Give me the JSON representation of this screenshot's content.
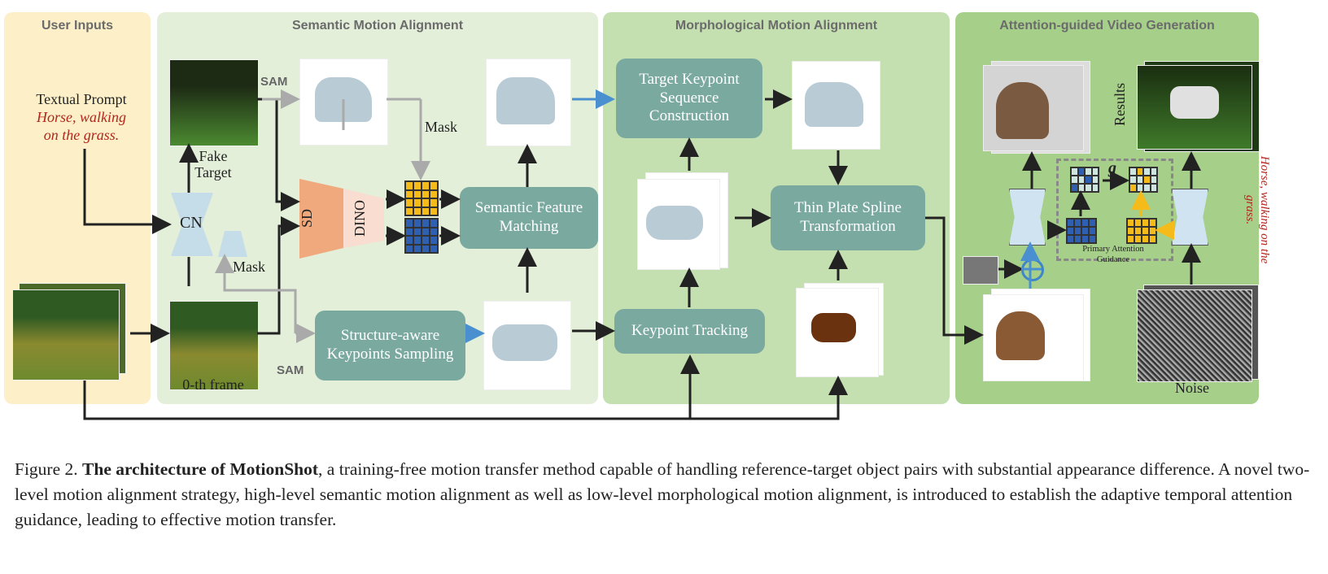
{
  "panels": {
    "user_inputs": "User Inputs",
    "semantic": "Semantic Motion Alignment",
    "morphological": "Morphological Motion Alignment",
    "attention": "Attention-guided Video Generation"
  },
  "user_inputs": {
    "textual_prompt_label": "Textual Prompt",
    "prompt_line1": "Horse, walking",
    "prompt_line2": "on the grass."
  },
  "semantic": {
    "sam_top": "SAM",
    "sam_bottom": "SAM",
    "mask_top": "Mask",
    "mask_left": "Mask",
    "fake_target_line1": "Fake",
    "fake_target_line2": "Target",
    "cn": "CN",
    "sd": "SD",
    "dino": "DINO",
    "frame0": "0-th frame",
    "sfm_line1": "Semantic Feature",
    "sfm_line2": "Matching",
    "sks_line1": "Structure-aware",
    "sks_line2": "Keypoints Sampling"
  },
  "morphological": {
    "tksc_line1": "Target Keypoint",
    "tksc_line2": "Sequence",
    "tksc_line3": "Construction",
    "tps_line1": "Thin Plate Spline",
    "tps_line2": "Transformation",
    "tracking": "Keypoint Tracking"
  },
  "attention": {
    "results": "Results",
    "noise": "Noise",
    "g": "g",
    "pag_line1": "Primary Attention",
    "pag_line2": "Guidance",
    "prompt_line1": "Horse, walking on the",
    "prompt_line2": "grass."
  },
  "caption": {
    "prefix": "Figure 2. ",
    "bold": "The architecture of MotionShot",
    "text": ", a training-free motion transfer method capable of handling reference-target object pairs with substantial appearance difference. A novel two-level motion alignment strategy, high-level semantic motion alignment as well as low-level morphological motion alignment, is introduced to establish the adaptive temporal attention guidance, leading to effective motion transfer."
  },
  "colors": {
    "user": "#fdf0c8",
    "semantic": "#e3efd9",
    "morph": "#c5e0b0",
    "attn": "#a6cf8a",
    "box": "#7aa9a0"
  }
}
